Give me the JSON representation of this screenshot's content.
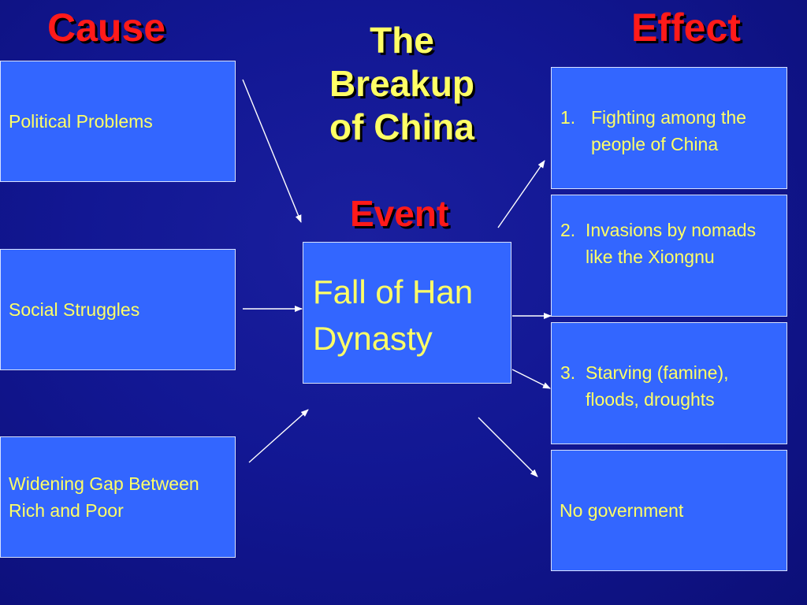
{
  "headings": {
    "cause": "Cause",
    "effect": "Effect",
    "event": "Event"
  },
  "title": "The\nBreakup\nof China",
  "causes": [
    {
      "text": "Political Problems"
    },
    {
      "text": "Social Struggles"
    },
    {
      "text": "Widening Gap Between Rich and Poor"
    }
  ],
  "event": {
    "text": "Fall of Han\nDynasty"
  },
  "effects": [
    {
      "number": "1.",
      "text": "Fighting among the people of China"
    },
    {
      "number": "2.",
      "text": "Invasions by nomads like the Xiongnu"
    },
    {
      "number": "3.",
      "text": "Starving (famine), floods, droughts"
    },
    {
      "number": "",
      "text": "No government"
    }
  ],
  "colors": {
    "background": "#121793",
    "box_fill": "#3366ff",
    "box_border": "#d9e2ff",
    "box_text": "#ffff66",
    "heading_red": "#ff1a1a",
    "title_yellow": "#ffff66",
    "arrow": "#ffffff"
  }
}
